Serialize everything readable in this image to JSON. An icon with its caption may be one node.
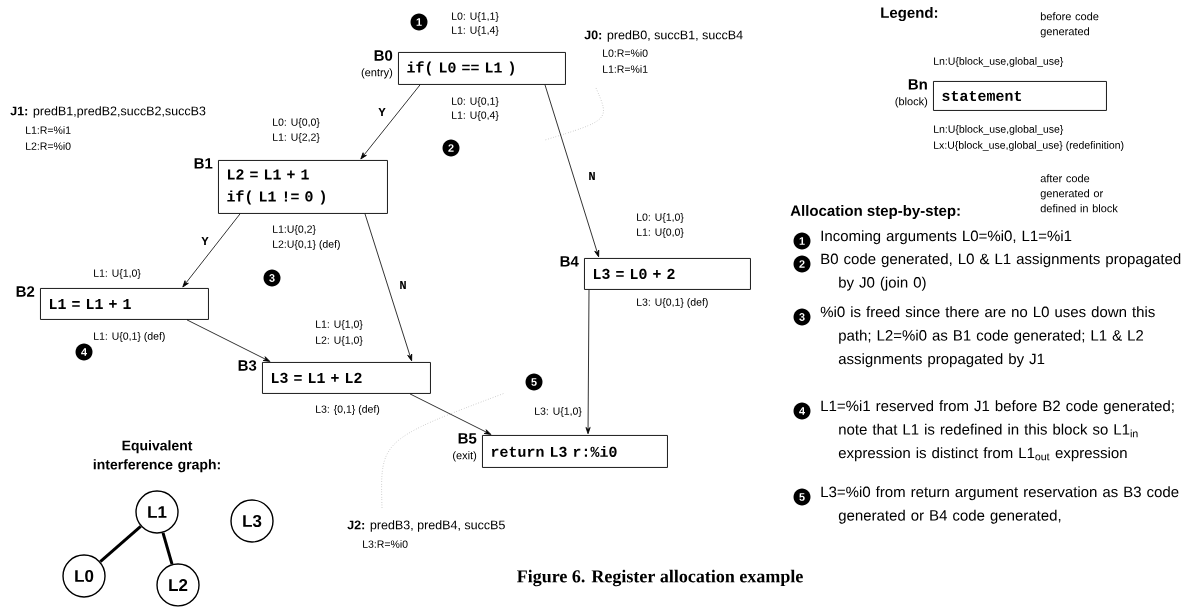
{
  "diagram": {
    "caption": "Figure 6. Register allocation example",
    "nodes": [
      {
        "text": [
          "if( L0 == L1 )"
        ],
        "beside": [
          "B0",
          "(entry)"
        ]
      },
      {
        "text": [
          "L2 = L1 + 1",
          "if( L1 != 0 )"
        ],
        "beside": [
          "B1"
        ]
      },
      {
        "text": [
          "L1 = L1 + 1"
        ],
        "beside": [
          "B2"
        ]
      },
      {
        "text": [
          "L3 = L1 + L2"
        ],
        "beside": [
          "B3"
        ]
      },
      {
        "text": [
          "L3 = L0 + 2"
        ],
        "beside": [
          "B4"
        ]
      },
      {
        "text": [
          "return L3 r:%i0"
        ],
        "beside": [
          "B5",
          "(exit)"
        ]
      },
      {
        "text": [
          "statement"
        ],
        "beside": [
          "Bn",
          "(block)"
        ]
      },
      {
        "text": [
          "L1"
        ]
      },
      {
        "text": [
          "L0"
        ]
      },
      {
        "text": [
          "L2"
        ]
      },
      {
        "text": [
          "L3"
        ]
      }
    ],
    "edges": [
      {
        "from": 0,
        "to": 1,
        "arrow": "to",
        "label": "Y"
      },
      {
        "from": 0,
        "to": 4,
        "arrow": "to",
        "label": "N"
      },
      {
        "from": 1,
        "to": 2,
        "arrow": "to",
        "label": "Y"
      },
      {
        "from": 1,
        "to": 3,
        "arrow": "to",
        "label": "N"
      },
      {
        "from": 2,
        "to": 3,
        "arrow": "to"
      },
      {
        "from": 3,
        "to": 5,
        "arrow": "to"
      },
      {
        "from": 4,
        "to": 5,
        "arrow": "to"
      },
      {
        "from": 7,
        "to": 8,
        "arrow": "none",
        "style": "thick"
      },
      {
        "from": 7,
        "to": 9,
        "arrow": "none",
        "style": "thick"
      }
    ],
    "labels": [
      "1",
      "L0: U{1,1}",
      "L1: U{1,4}",
      "**J0:** predB0, succB1, succB4",
      "L0:R=%i0",
      "L1:R=%i1",
      "L0: U{0,1}",
      "L1: U{0,4}",
      "**J1:** predB1,predB2,succB2,succB3",
      "L1:R=%i1",
      "L2:R=%i0",
      "L0: U{0,0}",
      "L1: U{2,2}",
      "2",
      "L1:U{0,2}",
      "L2:U{0,1} (def)",
      "L0: U{1,0}",
      "L1: U{0,0}",
      "L1: U{1,0}",
      "3",
      "L3: U{0,1} (def)",
      "L1: U{0,1} (def)",
      "4",
      "L1: U{1,0}",
      "L2: U{1,0}",
      "5",
      "L3: {0,1} (def)",
      "L3: U{1,0}",
      "Equivalent interference graph:",
      "**J2:** predB3, predB4, succB5",
      "L3:R=%i0",
      "Legend:",
      "before code generated",
      "Ln:U{block_use,global_use}",
      "Ln:U{block_use,global_use}",
      "Lx:U{block_use,global_use} (redefinition)",
      "after code generated or defined in block",
      "Allocation step-by-step:",
      "1",
      "Incoming arguments L0=%i0, L1=%i1",
      "2",
      "B0 code generated, L0 & L1 assignments propagated by J0 (join 0)",
      "3",
      "%i0 is freed since there are no L0 uses down this path; L2=%i0 as B1 code generated; L1 & L2 assignments propagated by J1",
      "4",
      "L1=%i1 reserved from J1 before B2 code generated; note that L1 is redefined in this block so L1$_{in}$ expression is distinct from L1$_{out}$ expression",
      "5",
      "L3=%i0 from return argument reservation as B3 code generated or B4 code generated,"
    ]
  }
}
